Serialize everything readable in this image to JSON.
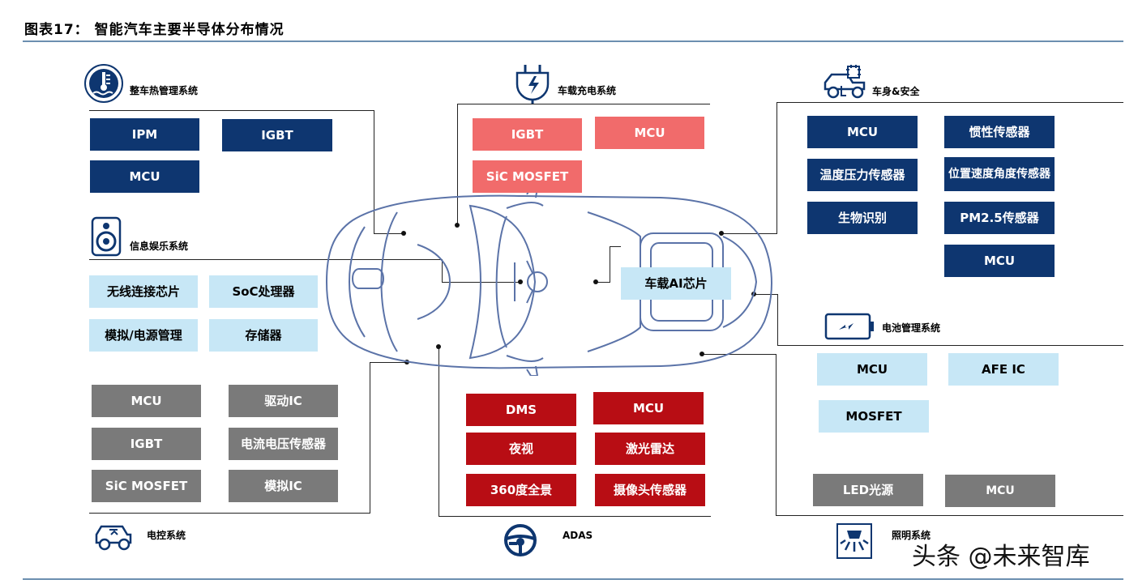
{
  "title": "图表17：  智能汽车主要半导体分布情况",
  "watermark": "头条 @未来智库",
  "colors": {
    "navy": "#0e3670",
    "salmon": "#f16b6b",
    "dark_red": "#b80d14",
    "light_blue": "#c7e7f6",
    "gray": "#7a7a7a",
    "rule": "#6c8fb0",
    "car_outline": "#5b73a8"
  },
  "sections": {
    "thermal": {
      "label": "整车热管理系统",
      "icon": "thermometer-water-icon",
      "items": [
        "IPM",
        "IGBT",
        "MCU"
      ]
    },
    "charging": {
      "label": "车载充电系统",
      "icon": "charging-plug-icon",
      "items": [
        "IGBT",
        "MCU",
        "SiC MOSFET"
      ]
    },
    "body_safety": {
      "label": "车身&安全",
      "icon": "car-safety-icon",
      "items": [
        "MCU",
        "惯性传感器",
        "温度压力传感器",
        "位置速度角度传感器",
        "生物识别",
        "PM2.5传感器",
        "MCU"
      ]
    },
    "infotainment": {
      "label": "信息娱乐系统",
      "icon": "speaker-icon",
      "items": [
        "无线连接芯片",
        "SoC处理器",
        "模拟/电源管理",
        "存储器"
      ]
    },
    "ai_chip": {
      "label": "车载AI芯片"
    },
    "battery": {
      "label": "电池管理系统",
      "icon": "battery-icon",
      "items": [
        "MCU",
        "AFE IC",
        "MOSFET"
      ]
    },
    "motor_control": {
      "label": "电控系统",
      "icon": "motor-car-icon",
      "items": [
        "MCU",
        "驱动IC",
        "IGBT",
        "电流电压传感器",
        "SiC MOSFET",
        "模拟IC"
      ]
    },
    "adas": {
      "label": "ADAS",
      "icon": "steering-wheel-icon",
      "items": [
        "DMS",
        "MCU",
        "夜视",
        "激光雷达",
        "360度全景",
        "摄像头传感器"
      ]
    },
    "lighting": {
      "label": "照明系统",
      "icon": "lamp-icon",
      "items": [
        "LED光源",
        "MCU"
      ]
    }
  }
}
